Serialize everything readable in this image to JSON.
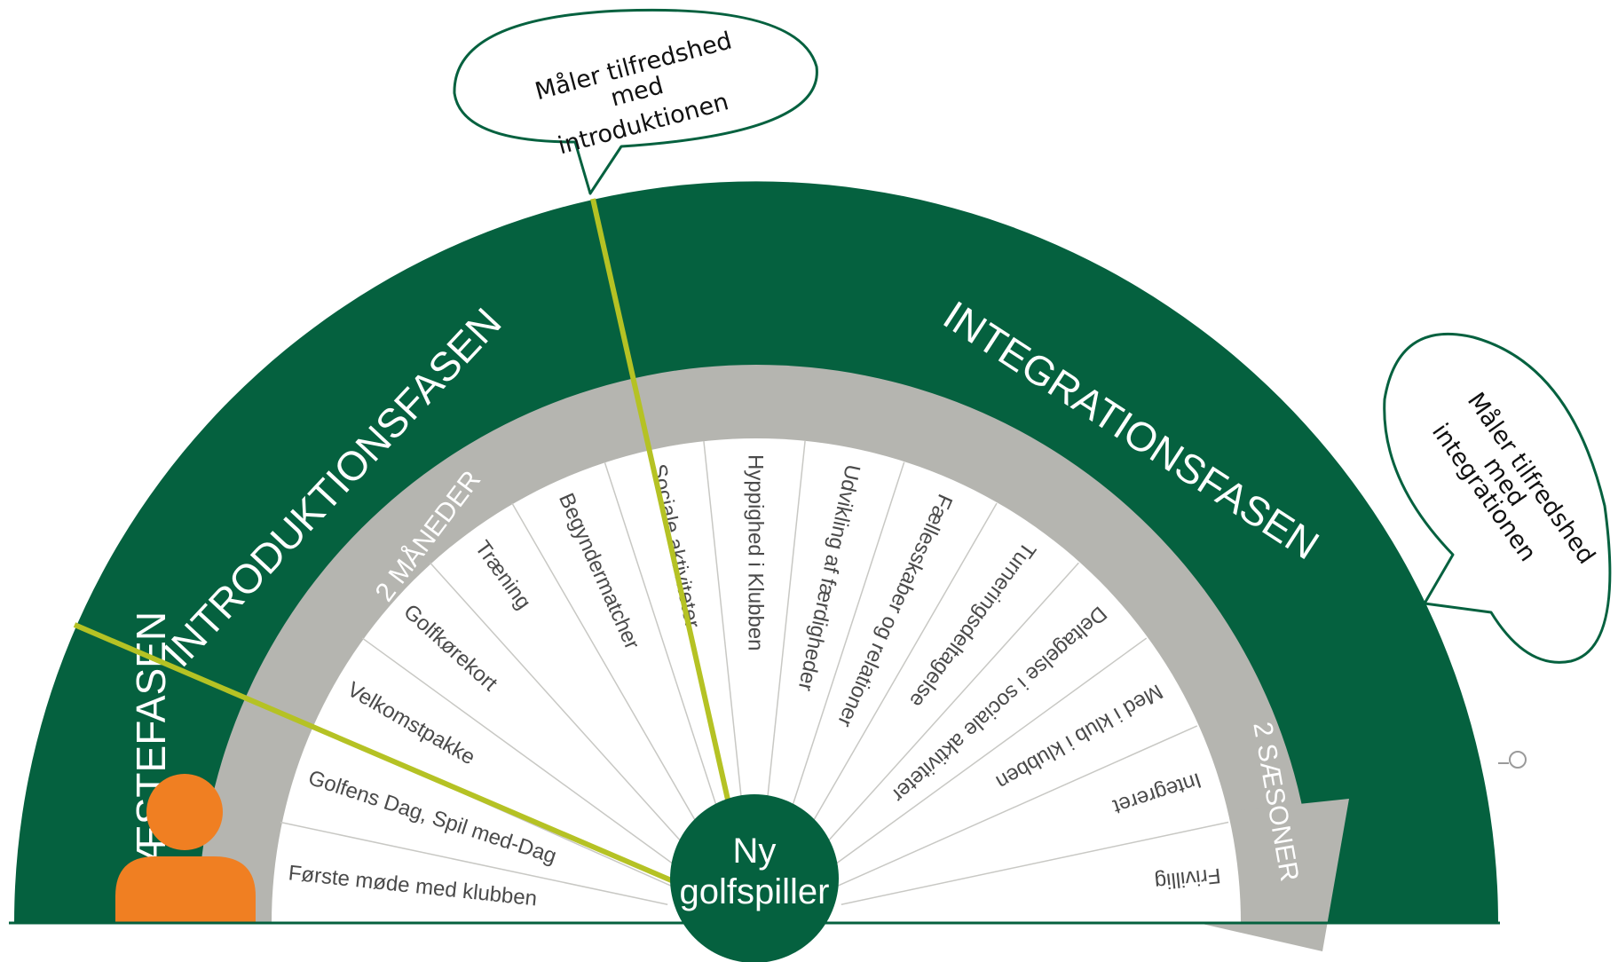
{
  "phases": {
    "guest": "GÆSTEFASEN",
    "introduction": "INTRODUKTIONSFASEN",
    "integration": "INTEGRATIONSFASEN"
  },
  "durations": {
    "introduction": "2 MÅNEDER",
    "integration": "2 SÆSONER"
  },
  "center": {
    "line1": "Ny",
    "line2": "golfspiller"
  },
  "steps": [
    "Første møde med klubben",
    "Golfens Dag, Spil med-Dag",
    "Velkomstpakke",
    "Golfkørekort",
    "Træning",
    "Begyndermatcher",
    "Sociale aktiviteter",
    "Hyppighed i Klubben",
    "Udvikling af færdigheder",
    "Fællesskaber og relationer",
    "Turneringsdeltagelse",
    "Deltagelse i sociale aktiviteter",
    "Med i klub i klubben",
    "Integreret",
    "Frivillig"
  ],
  "callouts": {
    "introduction": [
      "Måler tilfredshed",
      "med",
      "introduktionen"
    ],
    "integration": [
      "Måler tilfredshed",
      "med",
      "integrationen"
    ]
  },
  "colors": {
    "dark_green": "#05613f",
    "gray_band": "#b5b5b0",
    "person": "#f07f22",
    "marker_line": "#b5c224",
    "step_text": "#4a4a4a"
  },
  "icons": {
    "person": "person-icon",
    "arrow": "arrow-head-icon"
  }
}
